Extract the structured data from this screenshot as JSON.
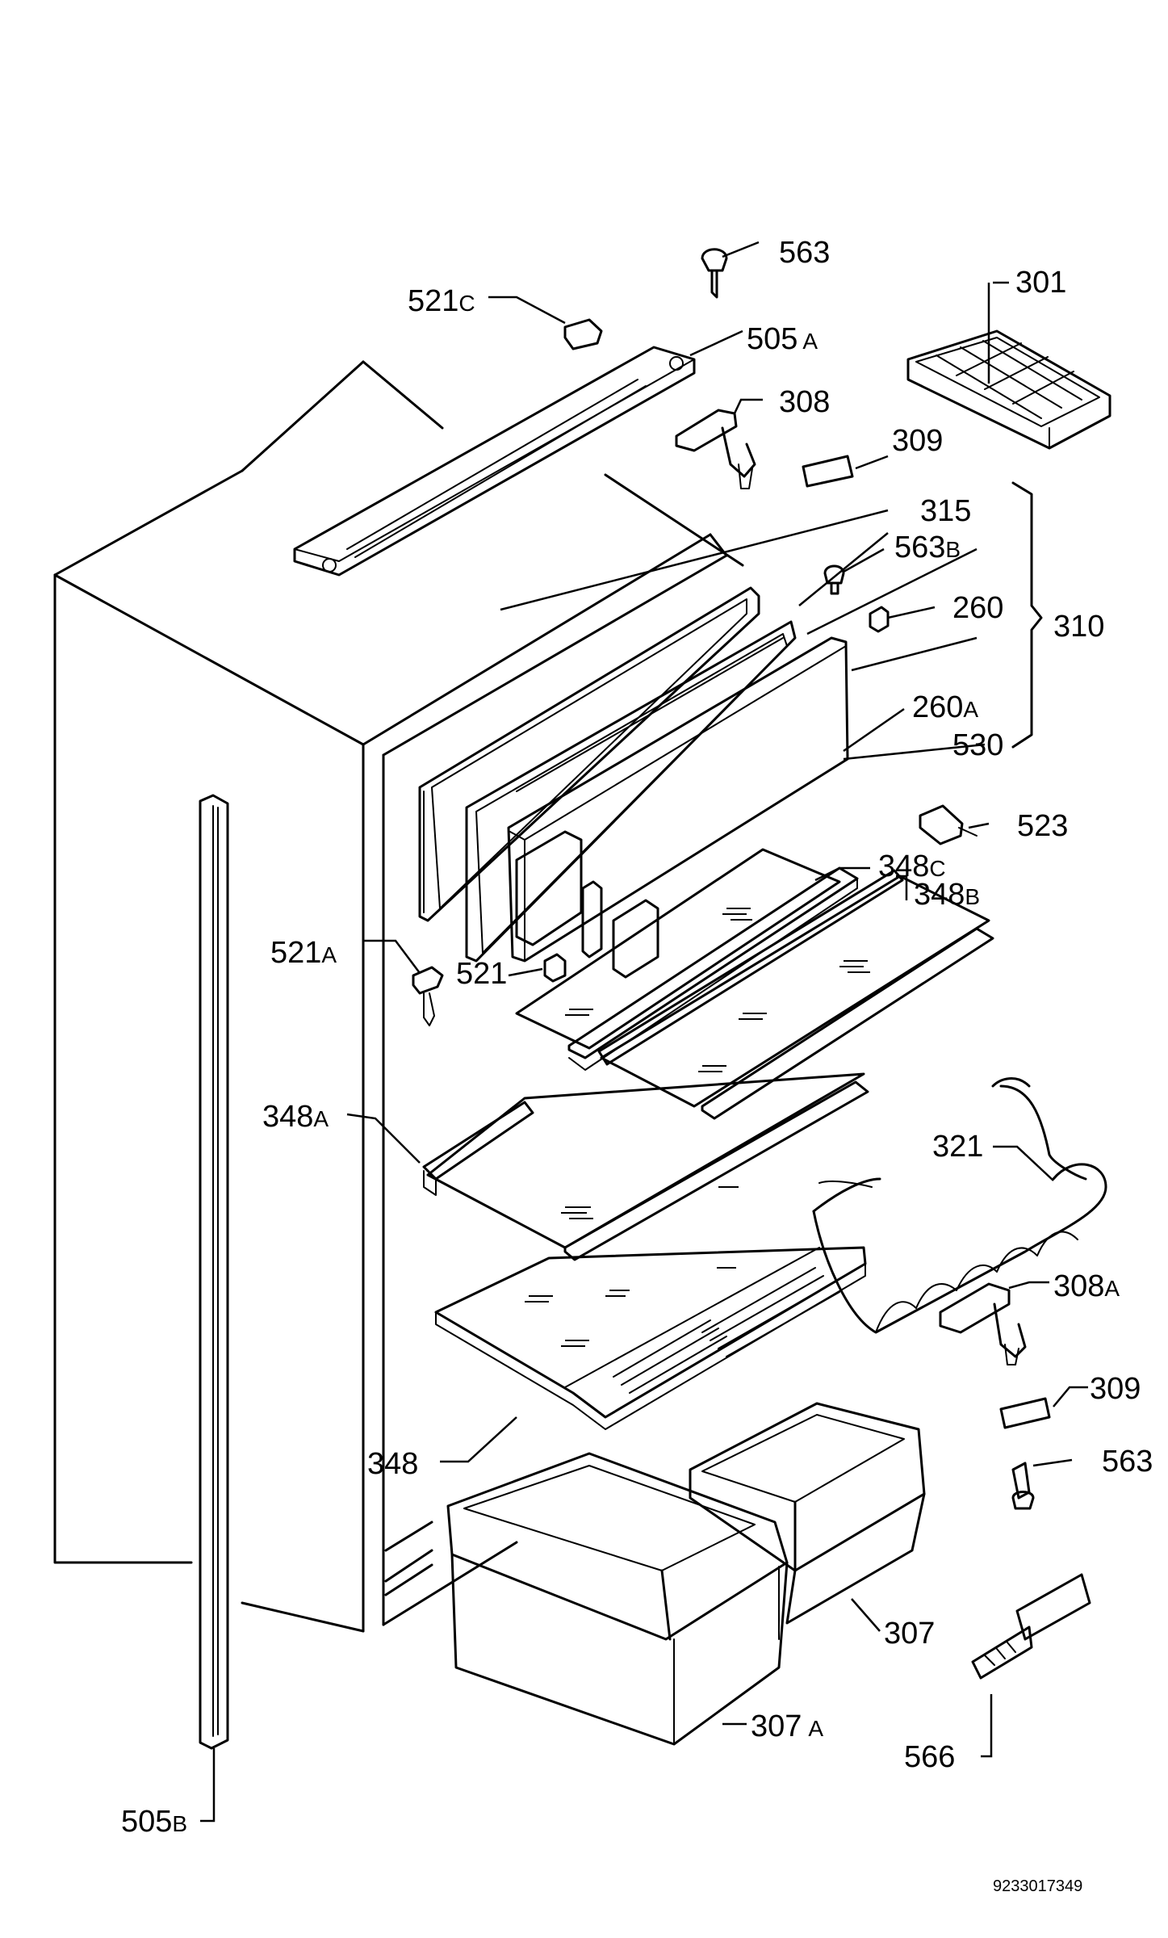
{
  "diagram": {
    "document_code": "9233017349",
    "parts": [
      {
        "id": "563_top",
        "num": "563",
        "suffix": ""
      },
      {
        "id": "521C",
        "num": "521",
        "suffix": "C"
      },
      {
        "id": "505A",
        "num": "505",
        "suffix": "A"
      },
      {
        "id": "301",
        "num": "301",
        "suffix": ""
      },
      {
        "id": "308",
        "num": "308",
        "suffix": ""
      },
      {
        "id": "309_top",
        "num": "309",
        "suffix": ""
      },
      {
        "id": "315",
        "num": "315",
        "suffix": ""
      },
      {
        "id": "563B",
        "num": "563",
        "suffix": "B"
      },
      {
        "id": "260",
        "num": "260",
        "suffix": ""
      },
      {
        "id": "310",
        "num": "310",
        "suffix": ""
      },
      {
        "id": "260A",
        "num": "260",
        "suffix": "A"
      },
      {
        "id": "530",
        "num": "530",
        "suffix": ""
      },
      {
        "id": "523",
        "num": "523",
        "suffix": ""
      },
      {
        "id": "348C",
        "num": "348",
        "suffix": "C"
      },
      {
        "id": "348B",
        "num": "348",
        "suffix": "B"
      },
      {
        "id": "521A",
        "num": "521",
        "suffix": "A"
      },
      {
        "id": "521",
        "num": "521",
        "suffix": ""
      },
      {
        "id": "348A",
        "num": "348",
        "suffix": "A"
      },
      {
        "id": "321",
        "num": "321",
        "suffix": ""
      },
      {
        "id": "308A",
        "num": "308",
        "suffix": "A"
      },
      {
        "id": "309_bottom",
        "num": "309",
        "suffix": ""
      },
      {
        "id": "348",
        "num": "348",
        "suffix": ""
      },
      {
        "id": "563_bottom",
        "num": "563",
        "suffix": ""
      },
      {
        "id": "307",
        "num": "307",
        "suffix": ""
      },
      {
        "id": "307A",
        "num": "307",
        "suffix": "A"
      },
      {
        "id": "566",
        "num": "566",
        "suffix": ""
      },
      {
        "id": "505B",
        "num": "505",
        "suffix": "B"
      }
    ]
  }
}
